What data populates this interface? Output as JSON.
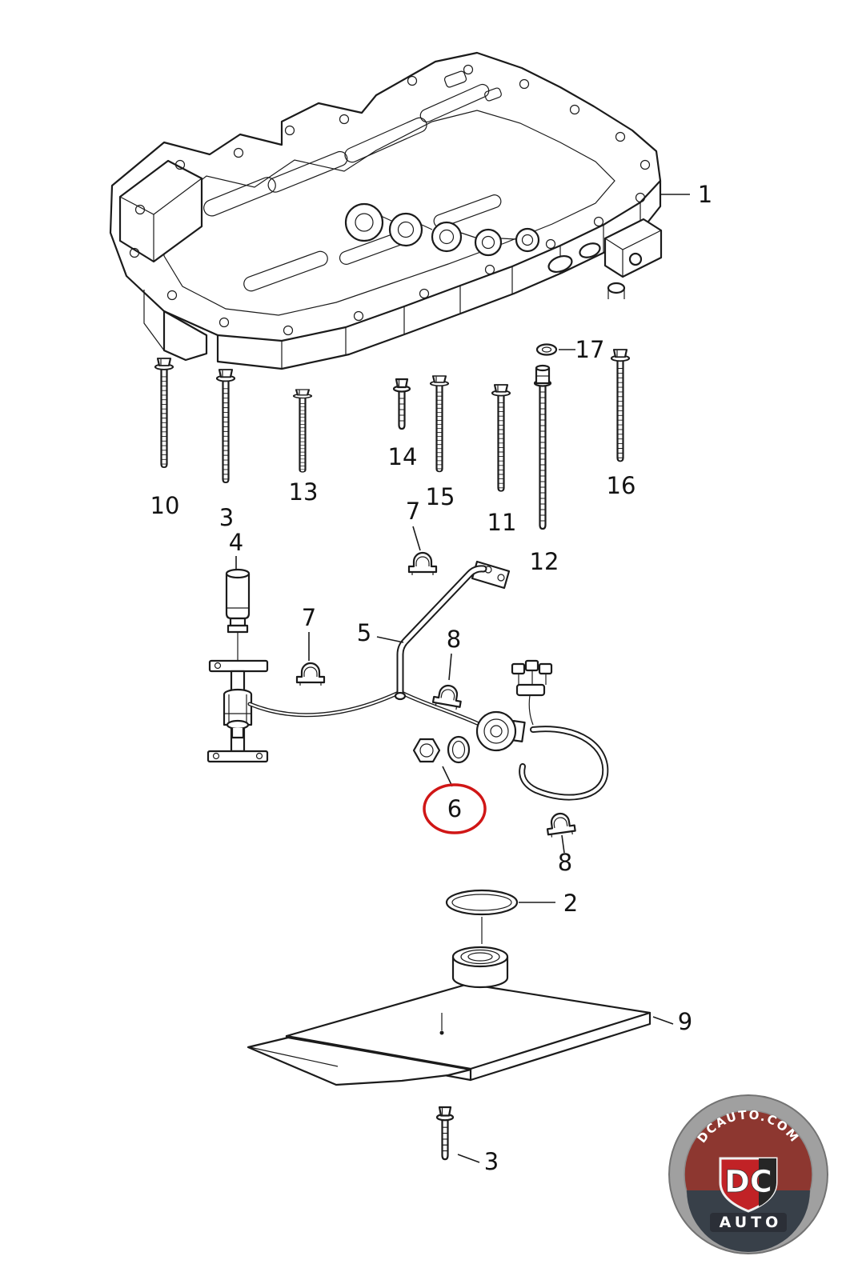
{
  "diagram": {
    "labels": {
      "part1": "1",
      "part2": "2",
      "part3_upper": "3",
      "part3_lower": "3",
      "part4": "4",
      "part5": "5",
      "part6": "6",
      "part7_upper": "7",
      "part7_lower": "7",
      "part8_upper": "8",
      "part8_lower": "8",
      "part9": "9",
      "part10": "10",
      "part11": "11",
      "part12": "12",
      "part13": "13",
      "part14": "14",
      "part15": "15",
      "part16": "16",
      "part17": "17"
    },
    "highlighted_part": "6",
    "highlight_color": "#d01616",
    "line_color": "#1b1b1b"
  },
  "watermark": {
    "domain": "DCAUTO.COM",
    "brand_top": "DC",
    "brand_bottom": "AUTO",
    "colors": {
      "ring": "#9d9d9d",
      "inner_top": "#8a312a",
      "inner_bottom": "#323a44",
      "shield_red": "#c01b1f",
      "shield_dark": "#1f1f1f",
      "band": "#23272e"
    }
  }
}
